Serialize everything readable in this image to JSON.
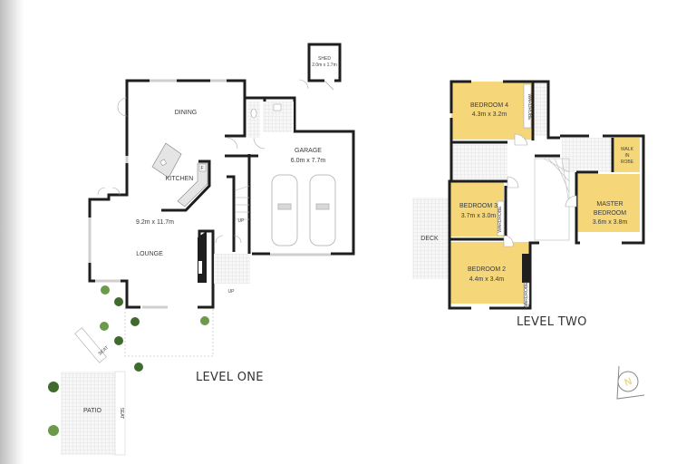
{
  "colors": {
    "wall": "#1e1e1e",
    "room_fill": "#f5d77a",
    "tile": "#e8e8e8",
    "tree_dark": "#3f6b2f",
    "tree_light": "#6a9a4a",
    "compass": "#e8dc8a"
  },
  "level_one": {
    "title": "LEVEL ONE",
    "rooms": {
      "shed": {
        "name": "SHED",
        "size": "2.0m x 1.7m"
      },
      "dining": {
        "name": "DINING"
      },
      "kitchen": {
        "name": "KITCHEN"
      },
      "lounge": {
        "name": "LOUNGE",
        "size": "9.2m x 11.7m"
      },
      "garage": {
        "name": "GARAGE",
        "size": "6.0m x 7.7m"
      },
      "patio": {
        "name": "PATIO"
      }
    },
    "annotations": {
      "up_stairs": "UP",
      "up_entry": "UP",
      "seat_1": "SEAT",
      "seat_2": "SEAT",
      "fridge": "F"
    }
  },
  "level_two": {
    "title": "LEVEL TWO",
    "rooms": {
      "bedroom4": {
        "name": "BEDROOM 4",
        "size": "4.3m x 3.2m"
      },
      "bedroom3": {
        "name": "BEDROOM 3",
        "size": "3.7m x 3.0m"
      },
      "bedroom2": {
        "name": "BEDROOM 2",
        "size": "4.4m x 3.4m"
      },
      "master": {
        "name1": "MASTER",
        "name2": "BEDROOM",
        "size": "3.6m x 3.8m"
      },
      "walkin": {
        "name1": "WALK",
        "name2": "IN",
        "name3": "ROBE"
      },
      "deck": {
        "name": "DECK"
      }
    },
    "annotations": {
      "wardrobe": "WARDROBE"
    }
  },
  "compass": {
    "letter": "N"
  }
}
